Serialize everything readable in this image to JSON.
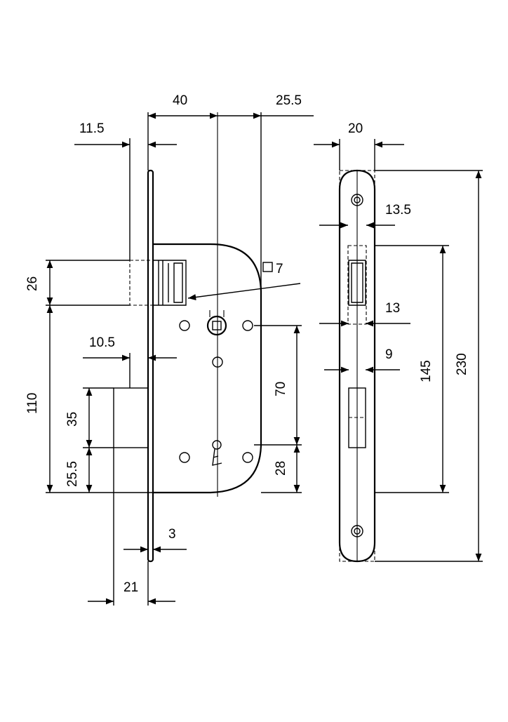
{
  "diagram": {
    "colors": {
      "line": "#000000",
      "background": "#ffffff"
    },
    "dimensions": {
      "d40": "40",
      "d25_5_top": "25.5",
      "d11_5": "11.5",
      "d26": "26",
      "d7": "7",
      "d10_5": "10.5",
      "d110": "110",
      "d35": "35",
      "d25_5_left": "25.5",
      "d70": "70",
      "d28": "28",
      "d3": "3",
      "d21": "21",
      "d20": "20",
      "d13_5": "13.5",
      "d13": "13",
      "d9": "9",
      "d145": "145",
      "d230": "230"
    }
  }
}
